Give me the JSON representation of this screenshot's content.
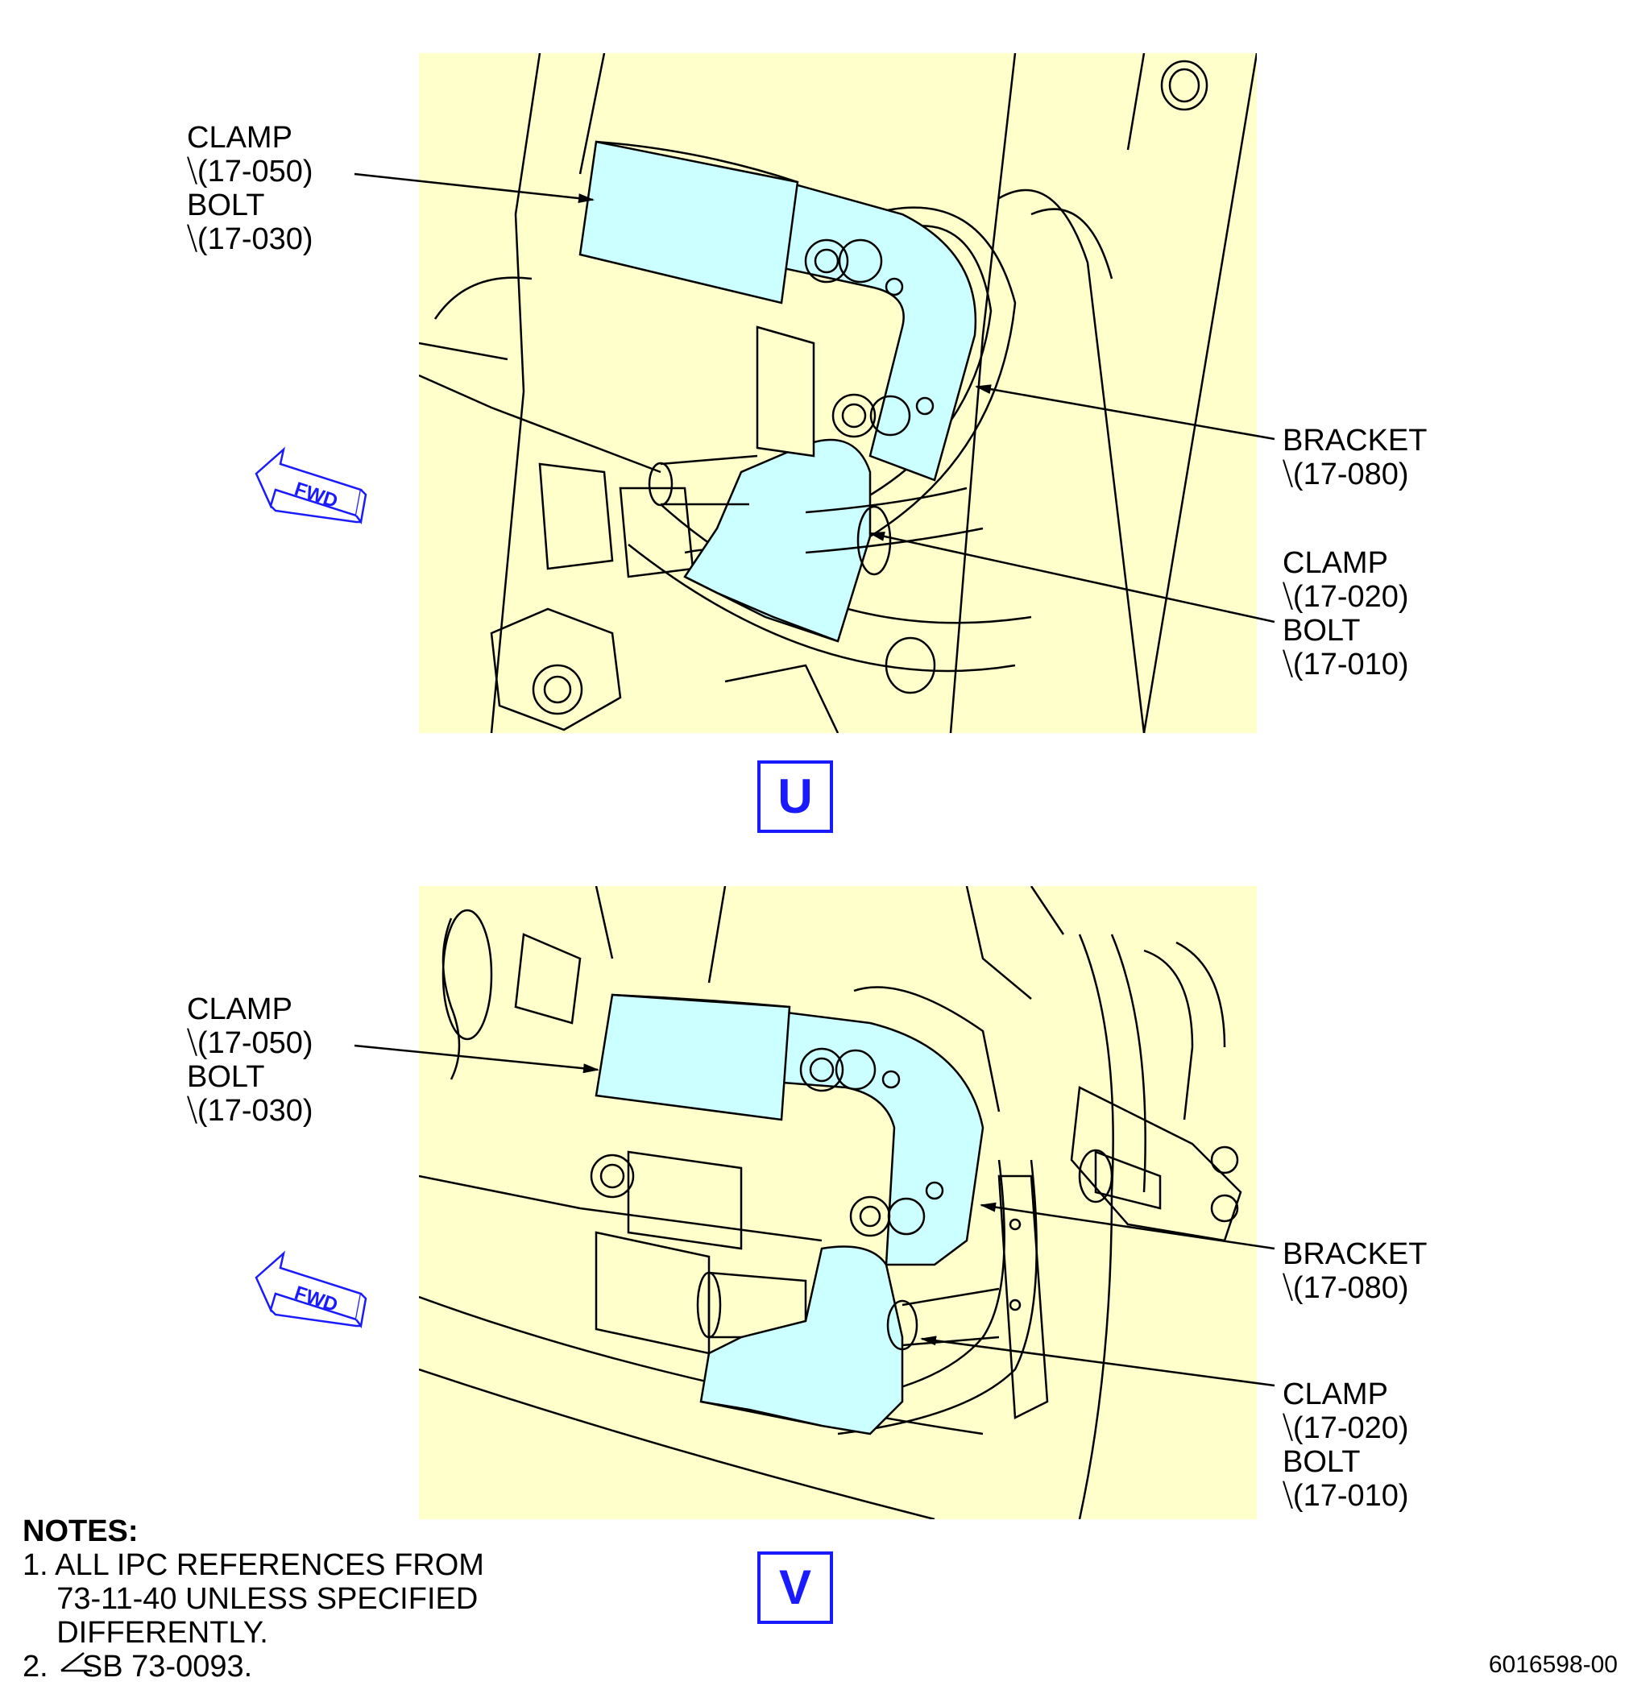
{
  "views": [
    {
      "id": "U",
      "label": "U",
      "callouts_left": [
        {
          "part": "CLAMP",
          "ref": "(17-050)"
        },
        {
          "part": "BOLT",
          "ref": "(17-030)"
        }
      ],
      "callouts_right_top": [
        {
          "part": "BRACKET",
          "ref": "(17-080)"
        }
      ],
      "callouts_right_bottom": [
        {
          "part": "CLAMP",
          "ref": "(17-020)"
        },
        {
          "part": "BOLT",
          "ref": "(17-010)"
        }
      ],
      "fwd_label": "FWD"
    },
    {
      "id": "V",
      "label": "V",
      "callouts_left": [
        {
          "part": "CLAMP",
          "ref": "(17-050)"
        },
        {
          "part": "BOLT",
          "ref": "(17-030)"
        }
      ],
      "callouts_right_top": [
        {
          "part": "BRACKET",
          "ref": "(17-080)"
        }
      ],
      "callouts_right_bottom": [
        {
          "part": "CLAMP",
          "ref": "(17-020)"
        },
        {
          "part": "BOLT",
          "ref": "(17-010)"
        }
      ],
      "fwd_label": "FWD"
    }
  ],
  "notes": {
    "title": "NOTES:",
    "items": [
      "1. ALL IPC REFERENCES FROM",
      "    73-11-40 UNLESS SPECIFIED",
      "    DIFFERENTLY.",
      "2.    SB 73-0093."
    ]
  },
  "document_number": "6016598-00",
  "colors": {
    "background_panel": "#ffffcc",
    "highlight_part": "#ccffff",
    "view_label": "#1a1aff",
    "fwd_arrow": "#1a1aff",
    "line": "#000000"
  }
}
